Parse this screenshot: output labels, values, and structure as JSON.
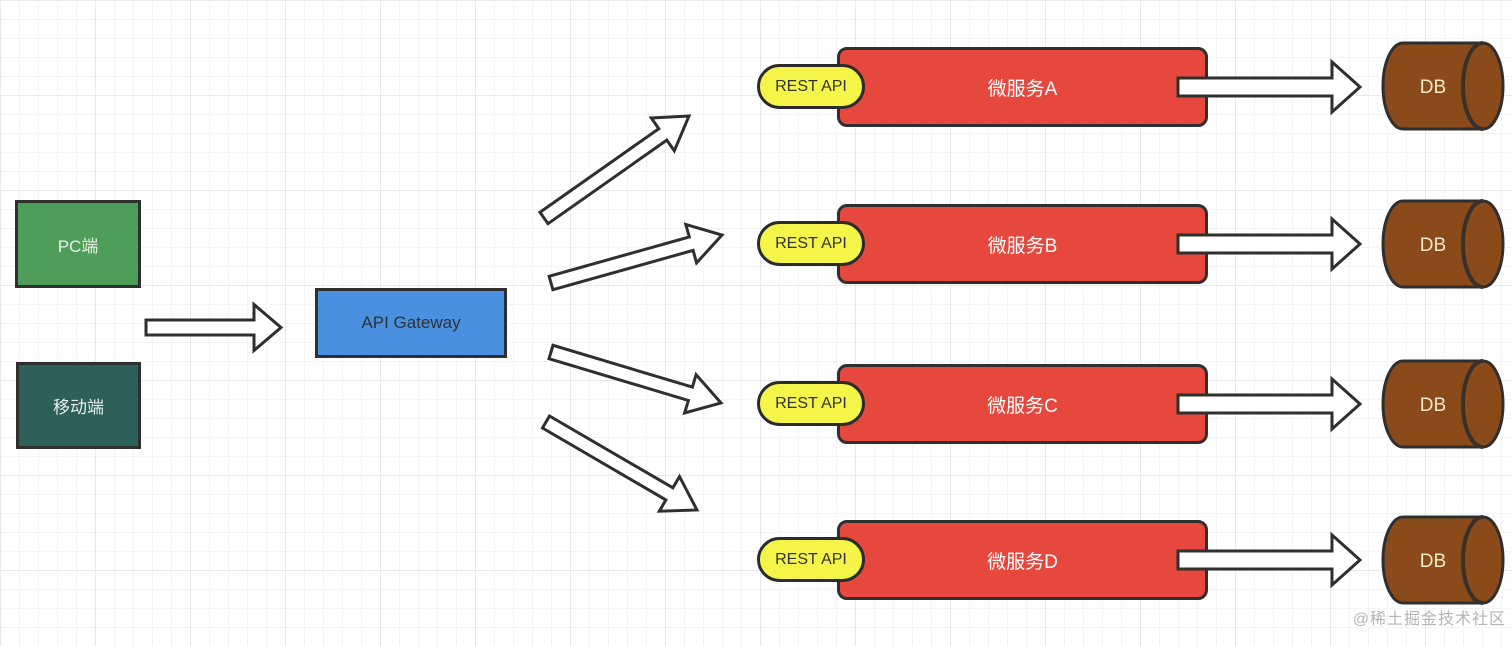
{
  "diagram": {
    "clients": [
      {
        "label": "PC端"
      },
      {
        "label": "移动端"
      }
    ],
    "gateway": {
      "label": "API Gateway"
    },
    "services": [
      {
        "api_label": "REST API",
        "name": "微服务A",
        "db_label": "DB"
      },
      {
        "api_label": "REST API",
        "name": "微服务B",
        "db_label": "DB"
      },
      {
        "api_label": "REST API",
        "name": "微服务C",
        "db_label": "DB"
      },
      {
        "api_label": "REST API",
        "name": "微服务D",
        "db_label": "DB"
      }
    ],
    "watermark": "@稀土掘金技术社区",
    "colors": {
      "client_pc": "#4e9d5b",
      "client_mobile": "#2d5f5b",
      "gateway": "#4a90e0",
      "service": "#e6483e",
      "api_badge": "#f4f449",
      "db": "#8b4a1a",
      "outline": "#2f2f2f",
      "arrow_fill": "#ffffff"
    }
  }
}
